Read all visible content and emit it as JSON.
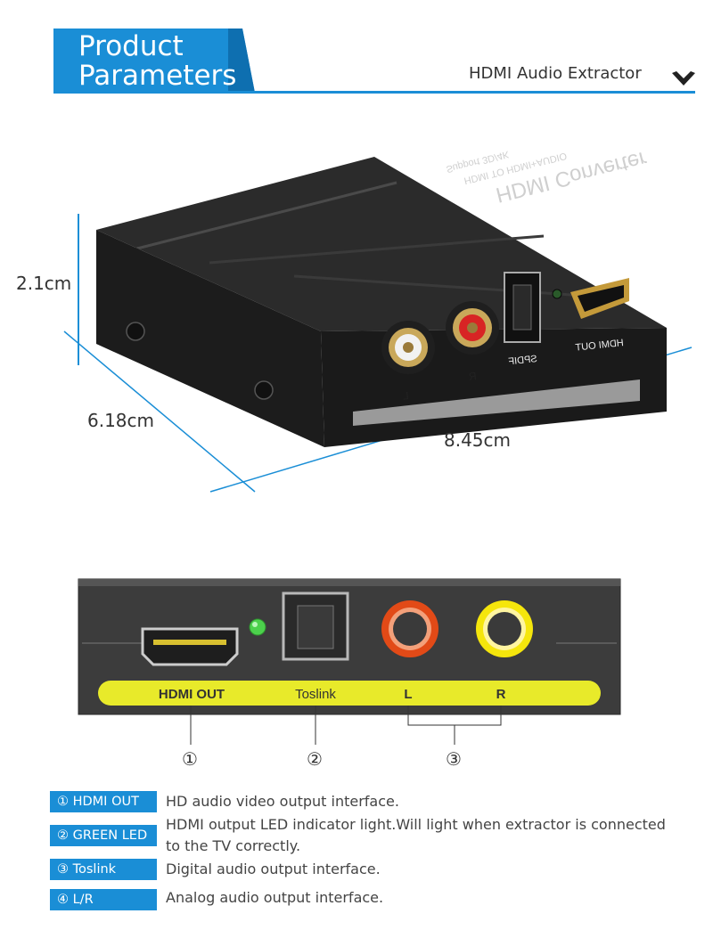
{
  "header": {
    "title_line1": "Product",
    "title_line2": "Parameters",
    "subtitle": "HDMI Audio Extractor",
    "accent_color": "#1a8ed6",
    "chevron_icon": "chevron-down-icon"
  },
  "dimensions": {
    "height": "2.1cm",
    "depth": "6.18cm",
    "width": "8.45cm"
  },
  "device_labels": {
    "title": "HDMI Converter",
    "line1": "HDMI TO HDMI+AUDIO",
    "line2": "Support 3D/4K",
    "port_hdmi": "HDMI OUT",
    "port_spdif": "SPDIF",
    "port_r": "R",
    "port_l": "L"
  },
  "panel": {
    "hdmi_out": "HDMI OUT",
    "toslink": "Toslink",
    "left": "L",
    "right": "R",
    "label_bar_color": "#e8ea2a",
    "led_color": "#4cd14c",
    "red_ring_color": "#e24a17",
    "yellow_ring_color": "#f5e60c"
  },
  "callouts": {
    "c1": "①",
    "c2": "②",
    "c3": "③"
  },
  "descriptions": [
    {
      "tag": "① HDMI OUT",
      "text": "HD audio video output interface."
    },
    {
      "tag": "② GREEN LED",
      "text": "HDMI output LED indicator light.Will light when extractor is connected to the TV correctly."
    },
    {
      "tag": "③ Toslink",
      "text": "Digital audio output interface."
    },
    {
      "tag": "④ L/R",
      "text": "Analog audio output interface."
    }
  ]
}
